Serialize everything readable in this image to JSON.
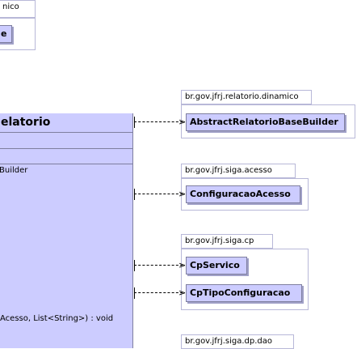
{
  "top_package": {
    "tab_label": "nico",
    "class_label": "e"
  },
  "main_class": {
    "title": "elatorio",
    "builder_label": "Builder",
    "method_label": "Acesso, List<String>) : void"
  },
  "packages": [
    {
      "name": "br.gov.jfrj.relatorio.dinamico",
      "classes": [
        "AbstractRelatorioBaseBuilder"
      ]
    },
    {
      "name": "br.gov.jfrj.siga.acesso",
      "classes": [
        "ConfiguracaoAcesso"
      ]
    },
    {
      "name": "br.gov.jfrj.siga.cp",
      "classes": [
        "CpServico",
        "CpTipoConfiguracao"
      ]
    },
    {
      "name": "br.gov.jfrj.siga.dp.dao",
      "classes": []
    }
  ]
}
